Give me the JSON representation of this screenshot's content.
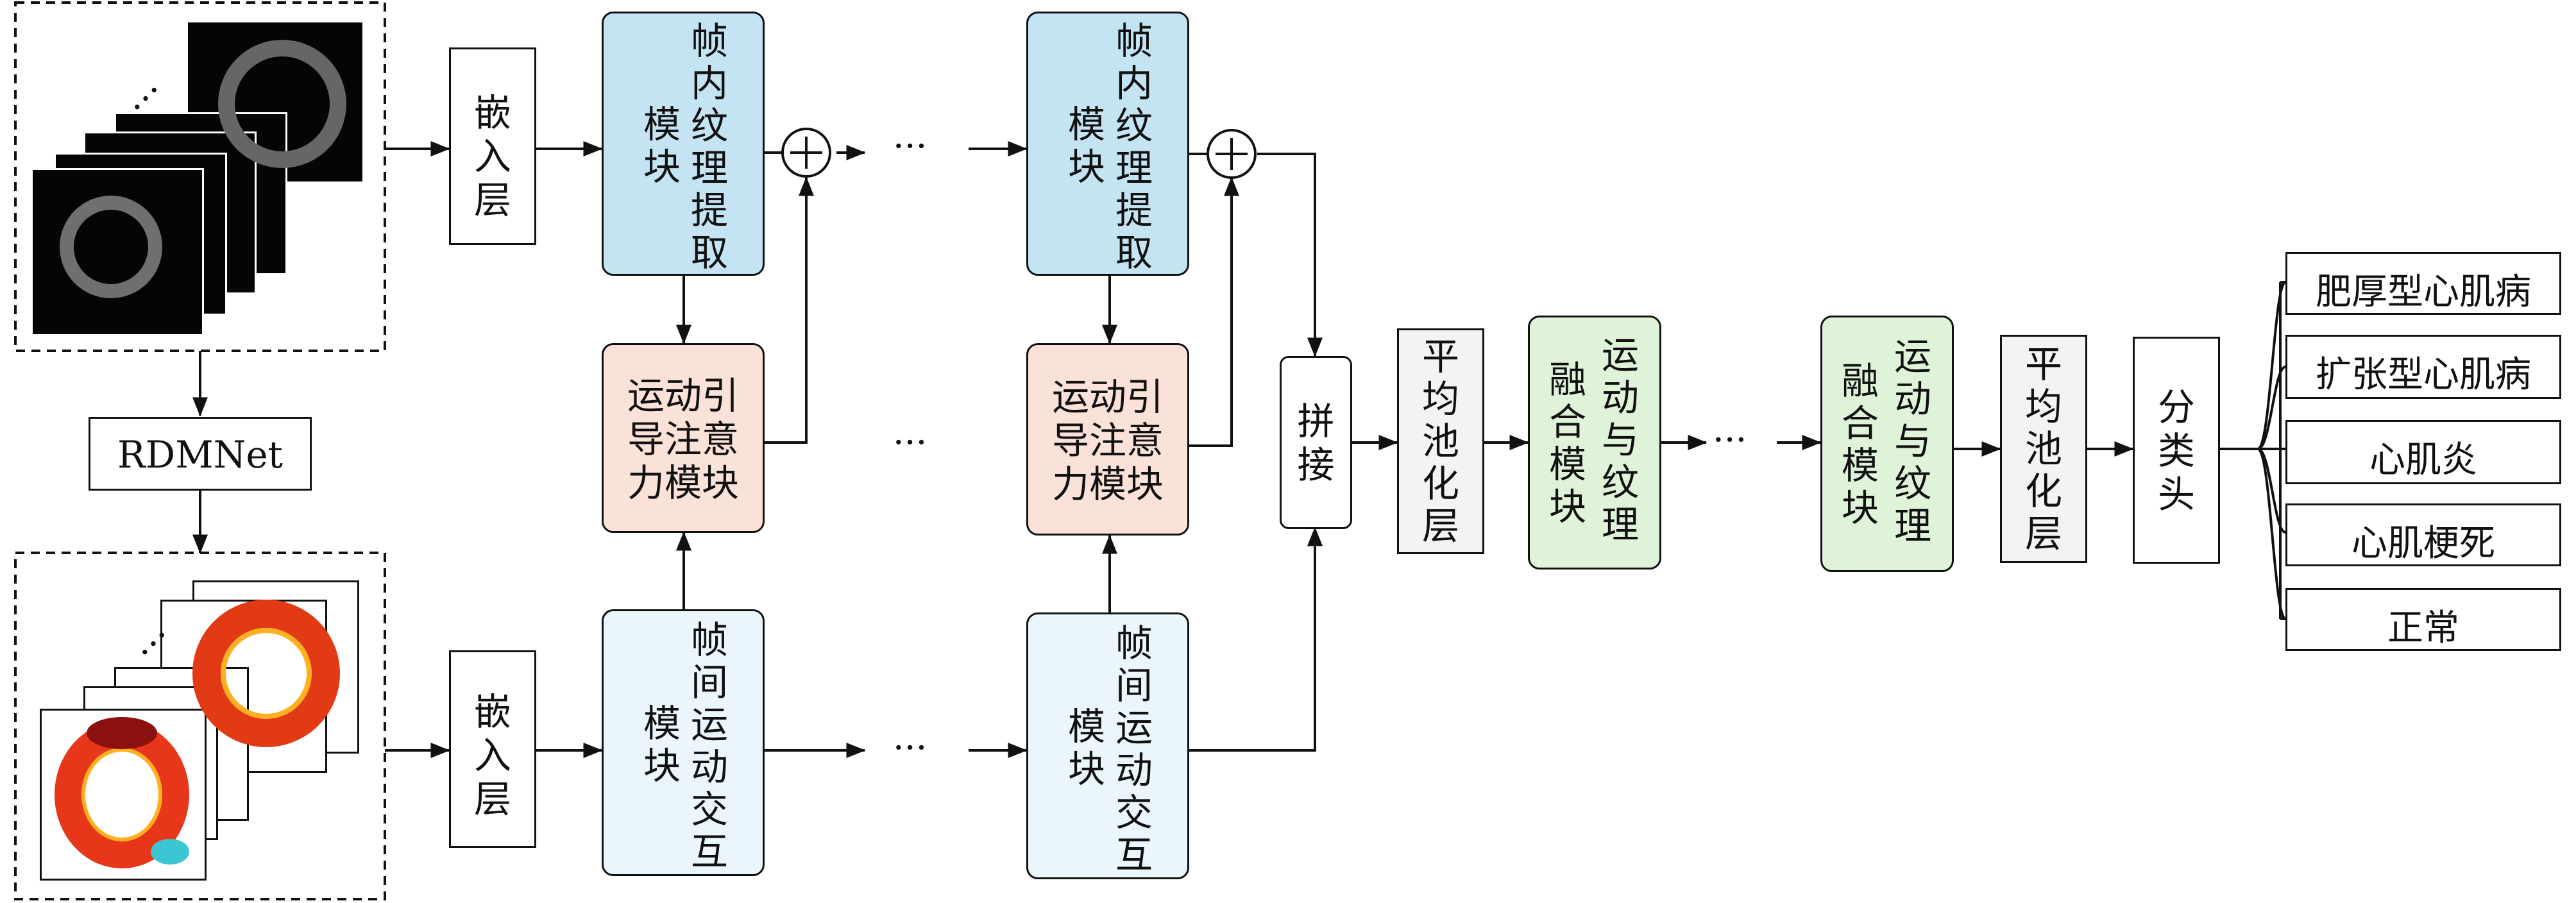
{
  "input": {
    "ellipsis": "…",
    "rdmnet": "RDMNet"
  },
  "branch": {
    "embed_top": [
      "嵌",
      "入",
      "层"
    ],
    "embed_bottom": [
      "嵌",
      "入",
      "层"
    ],
    "texture_1_col1": [
      "模",
      "块"
    ],
    "texture_1_col2": [
      "帧",
      "内",
      "纹",
      "理",
      "提",
      "取"
    ],
    "texture_2_col1": [
      "模",
      "块"
    ],
    "texture_2_col2": [
      "帧",
      "内",
      "纹",
      "理",
      "提",
      "取"
    ],
    "attn_1": [
      "运动引",
      "导注意",
      "力模块"
    ],
    "attn_2": [
      "运动引",
      "导注意",
      "力模块"
    ],
    "motion_1_col1": [
      "模",
      "块"
    ],
    "motion_1_col2": [
      "帧",
      "间",
      "运",
      "动",
      "交",
      "互"
    ],
    "motion_2_col1": [
      "模",
      "块"
    ],
    "motion_2_col2": [
      "帧",
      "间",
      "运",
      "动",
      "交",
      "互"
    ],
    "ellipsis": "···",
    "plus": "+"
  },
  "fusion": {
    "concat": [
      "拼",
      "接"
    ],
    "pool_1": [
      "平",
      "均",
      "池",
      "化",
      "层"
    ],
    "fuse_1_col1": [
      "融",
      "合",
      "模",
      "块"
    ],
    "fuse_1_col2": [
      "运",
      "动",
      "与",
      "纹",
      "理"
    ],
    "fuse_2_col1": [
      "融",
      "合",
      "模",
      "块"
    ],
    "fuse_2_col2": [
      "运",
      "动",
      "与",
      "纹",
      "理"
    ],
    "pool_2": [
      "平",
      "均",
      "池",
      "化",
      "层"
    ],
    "head": [
      "分",
      "类",
      "头"
    ],
    "ellipsis": "···"
  },
  "classes": [
    "肥厚型心肌病",
    "扩张型心肌病",
    "心肌炎",
    "心肌梗死",
    "正常"
  ],
  "colors": {
    "texture": "#c4e4f4",
    "motion": "#eaf6fc",
    "attention": "#fbe2d8",
    "fusion": "#dff3d9",
    "pool": "#f3f3f3"
  }
}
